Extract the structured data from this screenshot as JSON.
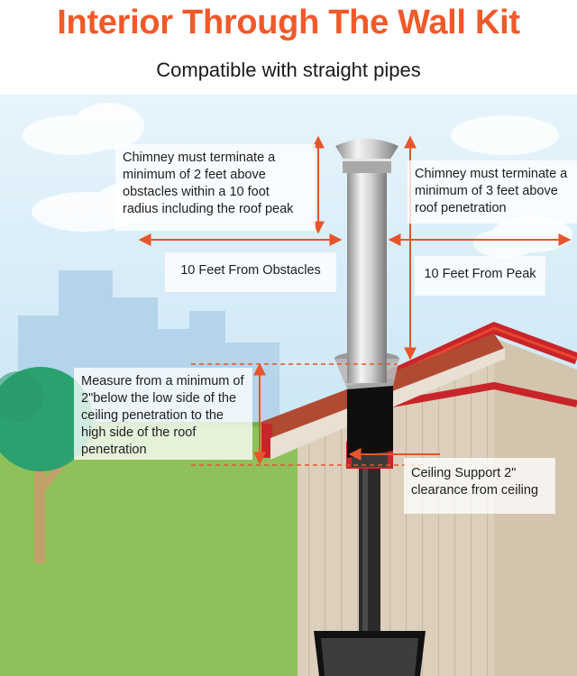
{
  "title": "Interior Through The Wall Kit",
  "subtitle": "Compatible with  straight pipes",
  "labels": {
    "obstacle_rule": "Chimney must terminate a minimum of 2 feet above obstacles within a 10 foot radius including the roof peak",
    "penetration_rule": "Chimney must terminate a minimum of 3 feet above roof penetration",
    "feet_from_obstacles": "10 Feet From Obstacles",
    "feet_from_peak": "10 Feet From Peak",
    "measure_rule": "Measure from a minimum of 2\"below the low side of the ceiling penetration to the high side of the roof penetration",
    "ceiling_support": "Ceiling Support 2\" clearance from ceiling"
  },
  "colors": {
    "accent": "#f0592a",
    "roof_red": "#c8252b",
    "siding": "#d9cbb7",
    "grass": "#8fc15a",
    "sky": "#c5e4f5",
    "tree_green": "#2ca070"
  }
}
